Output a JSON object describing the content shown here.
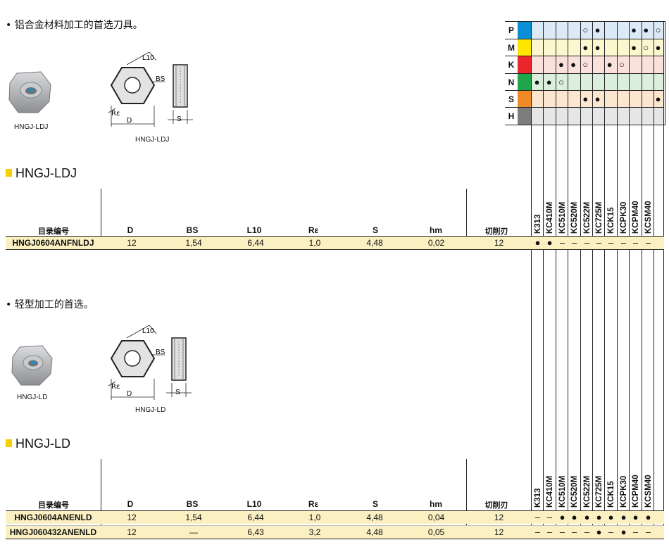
{
  "section1": {
    "bullet": "• 铝合金材料加工的首选刀具。",
    "photo_caption": "HNGJ-LDJ",
    "drawing_caption": "HNGJ-LDJ",
    "dim_labels": {
      "l10": "L10",
      "bs": "BS",
      "re": "Rε",
      "d": "D",
      "s": "S"
    },
    "title": "HNGJ-LDJ"
  },
  "section2": {
    "bullet": "• 轻型加工的首选。",
    "photo_caption": "HNGJ-LD",
    "drawing_caption": "HNGJ-LD",
    "dim_labels": {
      "l10": "L10",
      "bs": "BS",
      "re": "Rε",
      "d": "D",
      "s": "S"
    },
    "title": "HNGJ-LD"
  },
  "materials": {
    "rows": [
      {
        "letter": "P",
        "color": "#0a8fd6",
        "bg": "#dce9f7",
        "cells": [
          "",
          "",
          "",
          "",
          "○",
          "●",
          "",
          "",
          "●",
          "●",
          "○"
        ]
      },
      {
        "letter": "M",
        "color": "#ffe600",
        "bg": "#fdf7cf",
        "cells": [
          "",
          "",
          "",
          "",
          "●",
          "●",
          "",
          "",
          "●",
          "○",
          "●"
        ]
      },
      {
        "letter": "K",
        "color": "#e8262b",
        "bg": "#fbe1dc",
        "cells": [
          "",
          "",
          "●",
          "●",
          "○",
          "",
          "●",
          "○",
          "",
          "",
          ""
        ]
      },
      {
        "letter": "N",
        "color": "#1fa54a",
        "bg": "#dcefdc",
        "cells": [
          "●",
          "●",
          "○",
          "",
          "",
          "",
          "",
          "",
          "",
          "",
          ""
        ]
      },
      {
        "letter": "S",
        "color": "#f08a24",
        "bg": "#fde6cf",
        "cells": [
          "",
          "",
          "",
          "",
          "●",
          "●",
          "",
          "",
          "",
          "",
          "●"
        ]
      },
      {
        "letter": "H",
        "color": "#7d7d7d",
        "bg": "#e6e6e6",
        "cells": [
          "",
          "",
          "",
          "",
          "",
          "",
          "",
          "",
          "",
          "",
          ""
        ]
      }
    ]
  },
  "grades": [
    "K313",
    "KC410M",
    "KC510M",
    "KC520M",
    "KC522M",
    "KC725M",
    "KCK15",
    "KCPK30",
    "KCPM40",
    "KCSM40"
  ],
  "table_headers": {
    "cat": "目录编号",
    "d": "D",
    "bs": "BS",
    "l10": "L10",
    "re": "Rε",
    "s": "S",
    "hm": "hm",
    "edges": "切削刃"
  },
  "table1": {
    "rows": [
      {
        "cat": "HNGJ0604ANFNLDJ",
        "d": "12",
        "bs": "1,54",
        "l10": "6,44",
        "re": "1,0",
        "s": "4,48",
        "hm": "0,02",
        "edges": "12",
        "grades": [
          "●",
          "●",
          "–",
          "–",
          "–",
          "–",
          "–",
          "–",
          "–",
          "–"
        ]
      }
    ]
  },
  "table2": {
    "rows": [
      {
        "cat": "HNGJ0604ANENLD",
        "d": "12",
        "bs": "1,54",
        "l10": "6,44",
        "re": "1,0",
        "s": "4,48",
        "hm": "0,04",
        "edges": "12",
        "grades": [
          "–",
          "–",
          "●",
          "●",
          "●",
          "●",
          "●",
          "●",
          "●",
          "●"
        ]
      },
      {
        "cat": "HNGJ060432ANENLD",
        "d": "12",
        "bs": "—",
        "l10": "6,43",
        "re": "3,2",
        "s": "4,48",
        "hm": "0,05",
        "edges": "12",
        "grades": [
          "–",
          "–",
          "–",
          "–",
          "–",
          "●",
          "–",
          "●",
          "–",
          "–"
        ]
      }
    ]
  }
}
